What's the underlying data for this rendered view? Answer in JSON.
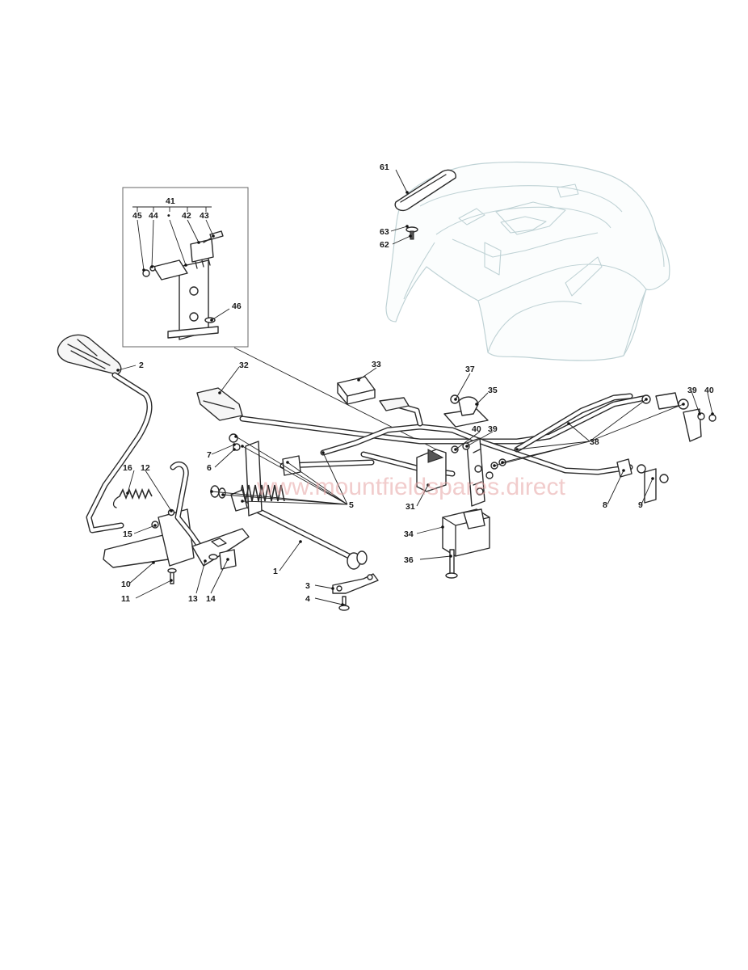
{
  "watermark": "www.mountfieldspares.direct",
  "inset_group_label": "41",
  "inset_dot": "•",
  "callouts": {
    "c1": "1",
    "c2": "2",
    "c3": "3",
    "c4": "4",
    "c5": "5",
    "c6": "6",
    "c7": "7",
    "c8": "8",
    "c9": "9",
    "c10": "10",
    "c11": "11",
    "c12": "12",
    "c13": "13",
    "c14": "14",
    "c15": "15",
    "c16": "16",
    "c31": "31",
    "c32": "32",
    "c33": "33",
    "c34": "34",
    "c35": "35",
    "c36": "36",
    "c37": "37",
    "c38": "38",
    "c39a": "39",
    "c39b": "39",
    "c40a": "40",
    "c40b": "40",
    "c42": "42",
    "c43": "43",
    "c44": "44",
    "c45": "45",
    "c46": "46",
    "c61": "61",
    "c62": "62",
    "c63": "63"
  }
}
